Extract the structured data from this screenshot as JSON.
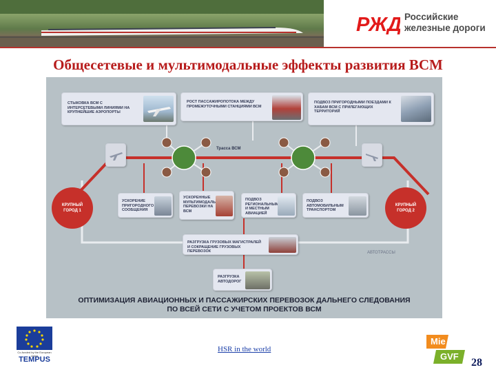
{
  "header": {
    "logo_abbrev": "РЖД",
    "logo_line1": "Российские",
    "logo_line2": "железные дороги"
  },
  "title": "Общесетевые и мультимодальные эффекты развития ВСМ",
  "diagram": {
    "box_airports": "Стыковка ВСМ с интерсетевыми линиями на крупнейшие аэропорты",
    "box_passenger_growth": "Рост пассажиропотока между промежуточными станциями ВСМ",
    "box_suburban": "Подвоз пригородными поездами к хабам ВСМ с прилегающих территорий",
    "track_label": "Трасса ВСМ",
    "city1": "Крупный город 1",
    "city2": "Крупный город 2",
    "box_acceleration": "Ускорение пригородного сообщения",
    "box_multimodal": "Ускоренные мультимодальные перевозки на ВСМ",
    "box_feeder": "Подвоз региональным и местным авиацией",
    "box_road_transport": "Подвоз автомобильным транспортом",
    "box_freight": "Разгрузка грузовых магистралей и сокращение грузовых перевозок",
    "box_roads": "Разгрузка автодорог",
    "highway_label": "Автотрассы",
    "caption_line1": "Оптимизация авиационных и пассажирских перевозок дальнего следования",
    "caption_line2": "по всей сети с учетом проектов ВСМ"
  },
  "footer": {
    "eu_caption": "Co-funded by the European Union",
    "tempus": "TEMPUS",
    "link": "HSR in the world",
    "mie_top": "Mie",
    "mie_bottom": "GVF",
    "page_number": "28"
  },
  "colors": {
    "brand_red": "#c6302a",
    "node_green": "#4d8a3a",
    "node_brown": "#8a5a44",
    "diagram_bg": "#b7c1c6"
  }
}
